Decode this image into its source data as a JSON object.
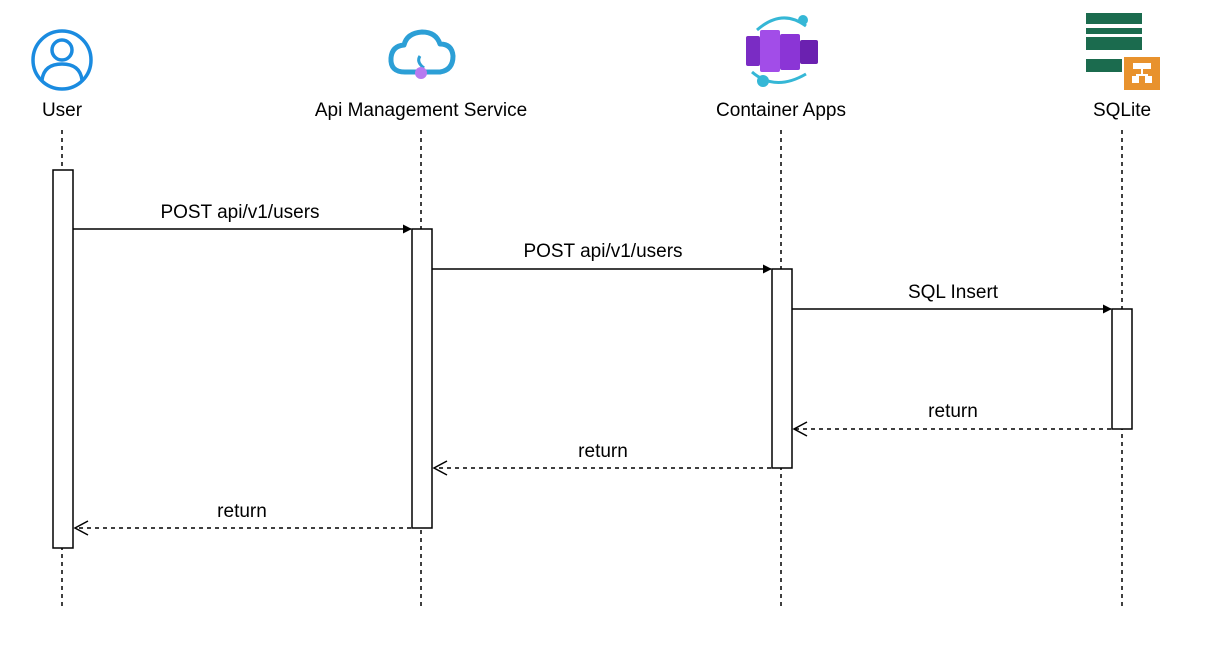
{
  "participants": [
    {
      "id": "user",
      "label": "User",
      "icon": "user-icon"
    },
    {
      "id": "apim",
      "label": "Api Management Service",
      "icon": "api-management-icon"
    },
    {
      "id": "aca",
      "label": "Container Apps",
      "icon": "container-apps-icon"
    },
    {
      "id": "sqlite",
      "label": "SQLite",
      "icon": "sqlite-database-icon"
    }
  ],
  "messages": [
    {
      "from": "user",
      "to": "apim",
      "label": "POST api/v1/users",
      "kind": "call"
    },
    {
      "from": "apim",
      "to": "aca",
      "label": "POST api/v1/users",
      "kind": "call"
    },
    {
      "from": "aca",
      "to": "sqlite",
      "label": "SQL Insert",
      "kind": "call"
    },
    {
      "from": "sqlite",
      "to": "aca",
      "label": "return",
      "kind": "return"
    },
    {
      "from": "aca",
      "to": "apim",
      "label": "return",
      "kind": "return"
    },
    {
      "from": "apim",
      "to": "user",
      "label": "return",
      "kind": "return"
    }
  ],
  "colors": {
    "user_icon": "#1a8be0",
    "apim_cloud": "#2c9fd6",
    "apim_dot": "#b77af0",
    "container_purple": "#8b35d6",
    "container_teal": "#35b7d6",
    "sqlite_green": "#1b6b4e",
    "sqlite_orange": "#e8922d",
    "line": "#000000"
  }
}
